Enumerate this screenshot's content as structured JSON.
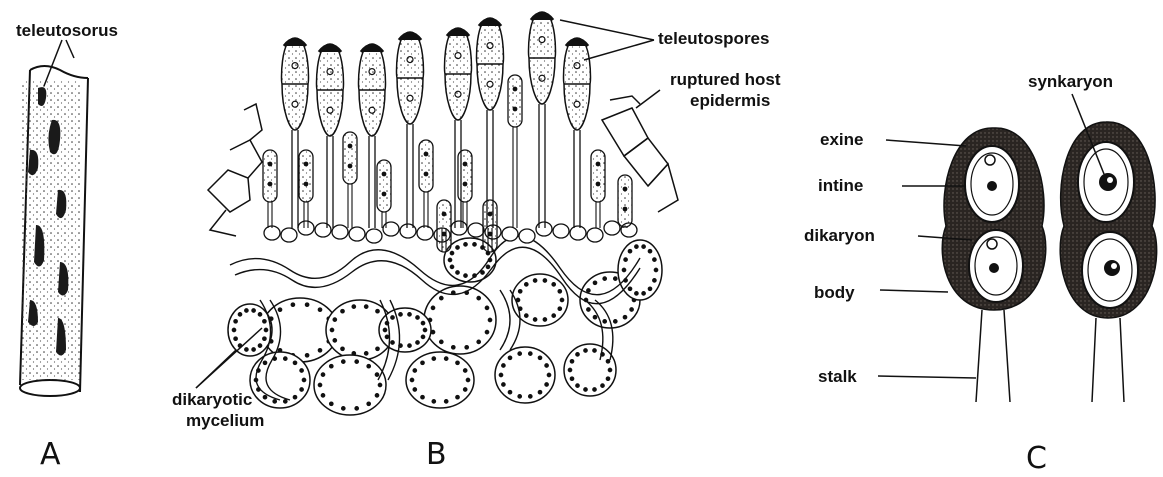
{
  "labels": {
    "teleutosorus": "teleutosorus",
    "teleutospores": "teleutospores",
    "ruptured_host": "ruptured host",
    "epidermis": "epidermis",
    "dikaryotic": "dikaryotic",
    "mycelium": "mycelium",
    "synkaryon": "synkaryon",
    "exine": "exine",
    "intine": "intine",
    "dikaryon": "dikaryon",
    "body": "body",
    "stalk": "stalk"
  },
  "panels": {
    "a": "A",
    "b": "B",
    "c": "C"
  },
  "colors": {
    "ink": "#111111",
    "spore_wall": "#2a2522",
    "paper": "#ffffff"
  }
}
